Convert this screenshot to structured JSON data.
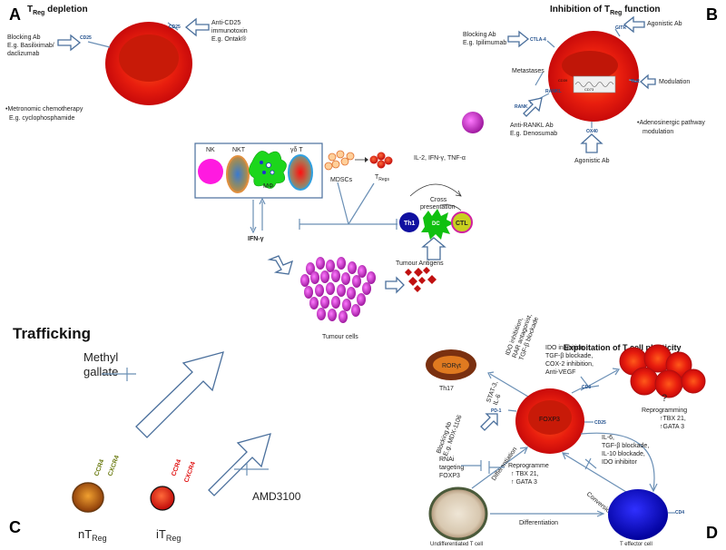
{
  "panel_a": {
    "letter": "A",
    "title_main": "T",
    "title_sub": "Reg",
    "title_rest": " depletion",
    "blocking_line1": "Blocking Ab",
    "blocking_line2": "E.g. Basiliximab/",
    "blocking_line3": "daclizumab",
    "receptor_left": "CD25",
    "receptor_top": "CD25",
    "anti_line1": "Anti-CD25",
    "anti_line2": "immunotoxin",
    "anti_line3": "E.g. Ontak®",
    "chemo_line1": "•Metronomic chemotherapy",
    "chemo_line2": "E.g. cyclophosphamide"
  },
  "panel_b": {
    "letter": "B",
    "title_main": "Inhibition of T",
    "title_sub": "Reg",
    "title_rest": " function",
    "blocking_line1": "Blocking Ab",
    "blocking_line2": "E.g. Ipilimumab",
    "ctla4": "CTLA-4",
    "gitr": "GITR",
    "agonistic_top": "Agonistic Ab",
    "metastases": "Metastases",
    "rankl": "RANKL",
    "rank": "RANK",
    "tlr": "TLR",
    "modulation": "Modulation",
    "anti_rankl_line1": "Anti-RANKL Ab",
    "anti_rankl_line2": "E.g. Denosumab",
    "ox40": "OX40",
    "agonistic_bottom": "Agonistic Ab",
    "adeno_line1": "•Adenosinergic pathway",
    "adeno_line2": "modulation",
    "cd39": "CD39",
    "cd73": "CD73"
  },
  "center": {
    "nk": "NK",
    "nkt": "NKT",
    "gdt": "γδ T",
    "mphi": "MΦ",
    "mdscs": "MDSCs",
    "tregs_main": "T",
    "tregs_sub": "Regs",
    "cytokines": "IL-2, IFN-γ, TNF-α",
    "cross_line1": "Cross",
    "cross_line2": "presentation",
    "th1": "Th1",
    "dc": "DC",
    "ctl": "CTL",
    "ifn": "IFN-γ",
    "tumour_antigens": "Tumour Antigens",
    "tumour_cells": "Tumour cells"
  },
  "panel_c": {
    "letter": "C",
    "title": "Trafficking",
    "methyl_line1": "Methyl",
    "methyl_line2": "gallate",
    "ccr4_left": "CCR4",
    "cxcr4_left": "CXCR4",
    "ccr4_right": "CCR4",
    "cxcr4_right": "CXCR4",
    "amd": "AMD3100",
    "ntreg_main": "nT",
    "ntreg_sub": "Reg",
    "itreg_main": "iT",
    "itreg_sub": "Reg"
  },
  "panel_d": {
    "letter": "D",
    "title": "Exploitation of T cell plasticity",
    "rorgt": "RORγt",
    "th17": "Th17",
    "ido_rot_line1": "IDO inhibition,",
    "ido_rot_line2": "RAR antagonist,",
    "ido_rot_line3": "TGF-β blockade",
    "ido_top_line1": "IDO inhibition,",
    "ido_top_line2": "TGF-β blockade,",
    "ido_top_line3": "COX-2 inhibition,",
    "ido_top_line4": "Anti-VEGF",
    "stat_line1": "STAT-3,",
    "stat_line2": "IL-6",
    "cd4_top": "CD4",
    "cd25": "CD25",
    "pd1": "PD-1",
    "foxp3": "FOXP3",
    "question": "?",
    "reprog_line1": "Reprogramming",
    "reprog_line2": "↑TBX 21,",
    "reprog_line3": "↑GATA 3",
    "blocking_line1": "Blocking Ab",
    "blocking_line2": "E.g. MDX-1106",
    "il6_line1": "IL-6,",
    "il6_line2": "TGF-β blockade,",
    "il6_line3": "IL-10 blockade,",
    "il6_line4": "IDO inhibitor",
    "rnai_line1": "RNAi",
    "rnai_line2": "targeting",
    "rnai_line3": "FOXP3",
    "differentiation_rot": "Differentiation",
    "reprogramme_line1": "Reprogramme",
    "reprogramme_line2": "↑ TBX 21,",
    "reprogramme_line3": "↑ GATA 3",
    "conversion": "Conversion",
    "differentiation_bottom": "Differentiation",
    "undiff": "Undifferentiated T cell",
    "teff": "T effector cell",
    "cd4_bottom": "CD4"
  }
}
